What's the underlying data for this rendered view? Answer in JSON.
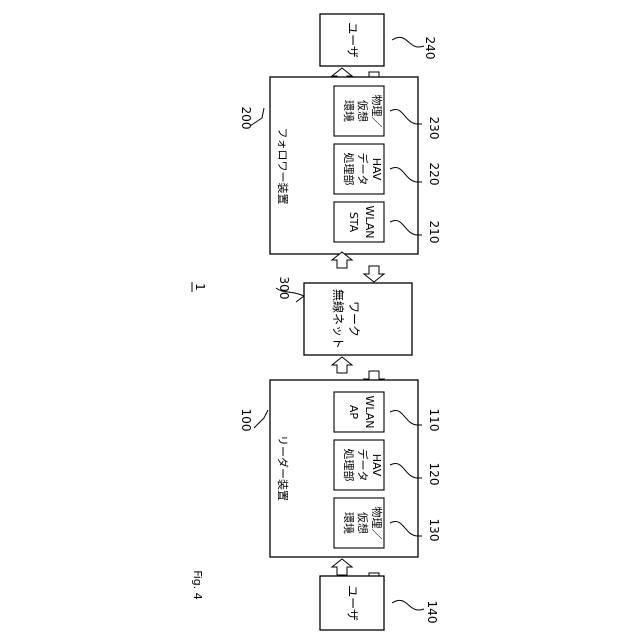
{
  "figure": {
    "caption": "Fig. 4",
    "system_ref": "1"
  },
  "leader_device": {
    "ref": "100",
    "label": "リーダー装置",
    "blocks": [
      {
        "ref": "110",
        "lines": [
          "WLAN",
          "AP"
        ]
      },
      {
        "ref": "120",
        "lines": [
          "HAV",
          "データ",
          "処理部"
        ]
      },
      {
        "ref": "130",
        "lines": [
          "物理／",
          "仮想",
          "環境"
        ]
      }
    ]
  },
  "follower_device": {
    "ref": "200",
    "label": "フォロワー装置",
    "blocks": [
      {
        "ref": "210",
        "lines": [
          "WLAN",
          "STA"
        ]
      },
      {
        "ref": "220",
        "lines": [
          "HAV",
          "データ",
          "処理部"
        ]
      },
      {
        "ref": "230",
        "lines": [
          "物理／",
          "仮想",
          "環境"
        ]
      }
    ]
  },
  "network": {
    "ref": "300",
    "lines": [
      "無線ネット",
      "ワーク"
    ]
  },
  "user_leader": {
    "ref": "140",
    "label": "ユーザ"
  },
  "user_follower": {
    "ref": "240",
    "label": "ユーザ"
  }
}
